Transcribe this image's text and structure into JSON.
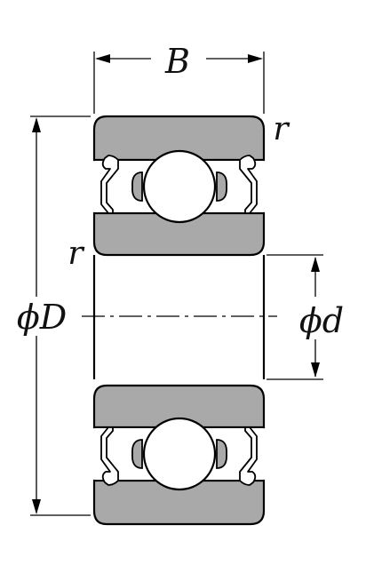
{
  "labels": {
    "width": "B",
    "outer_diameter": "ϕD",
    "bore_diameter": "ϕd",
    "radius_top_right": "r",
    "radius_inner_left": "r"
  },
  "colors": {
    "ring_fill": "#a9a9a9",
    "line": "#000000",
    "ball_fill": "#ffffff",
    "background": "#ffffff"
  }
}
